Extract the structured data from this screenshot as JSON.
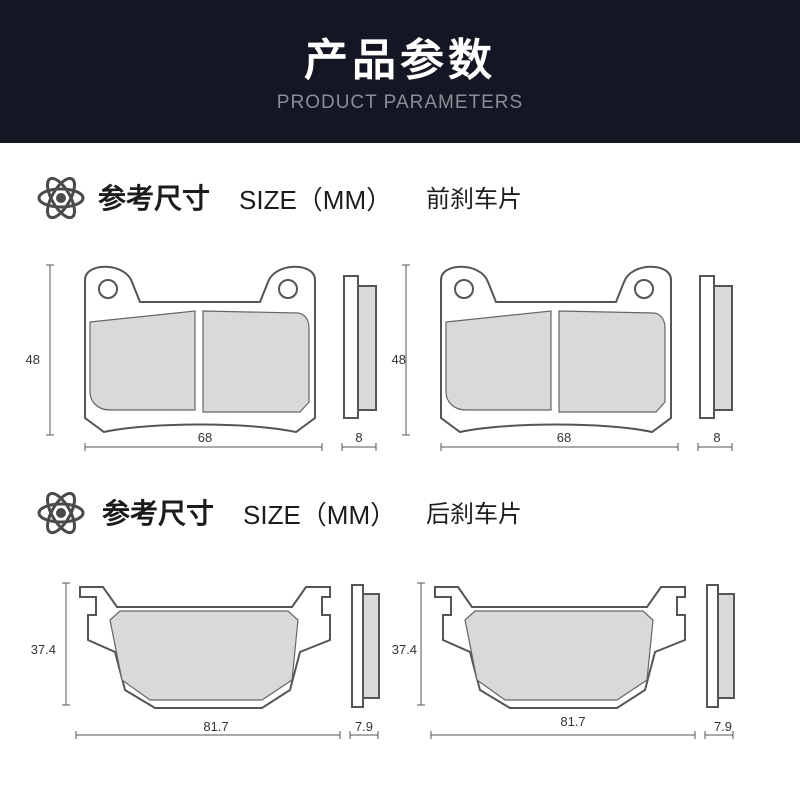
{
  "header": {
    "title": "产品参数",
    "subtitle": "PRODUCT PARAMETERS"
  },
  "sections": [
    {
      "label": "参考尺寸",
      "size_label": "SIZE（MM）",
      "pad_type": "前刹车片",
      "height": "48",
      "width": "68",
      "thickness": "8"
    },
    {
      "label": "参考尺寸",
      "size_label": "SIZE（MM）",
      "pad_type": "后刹车片",
      "height": "37.4",
      "width": "81.7",
      "thickness": "7.9"
    }
  ],
  "colors": {
    "banner": "#141723",
    "pad_fill": "#d9d9d9",
    "outline": "#555555",
    "icon": "#4a4a4a"
  },
  "icons": [
    "atom-icon"
  ]
}
